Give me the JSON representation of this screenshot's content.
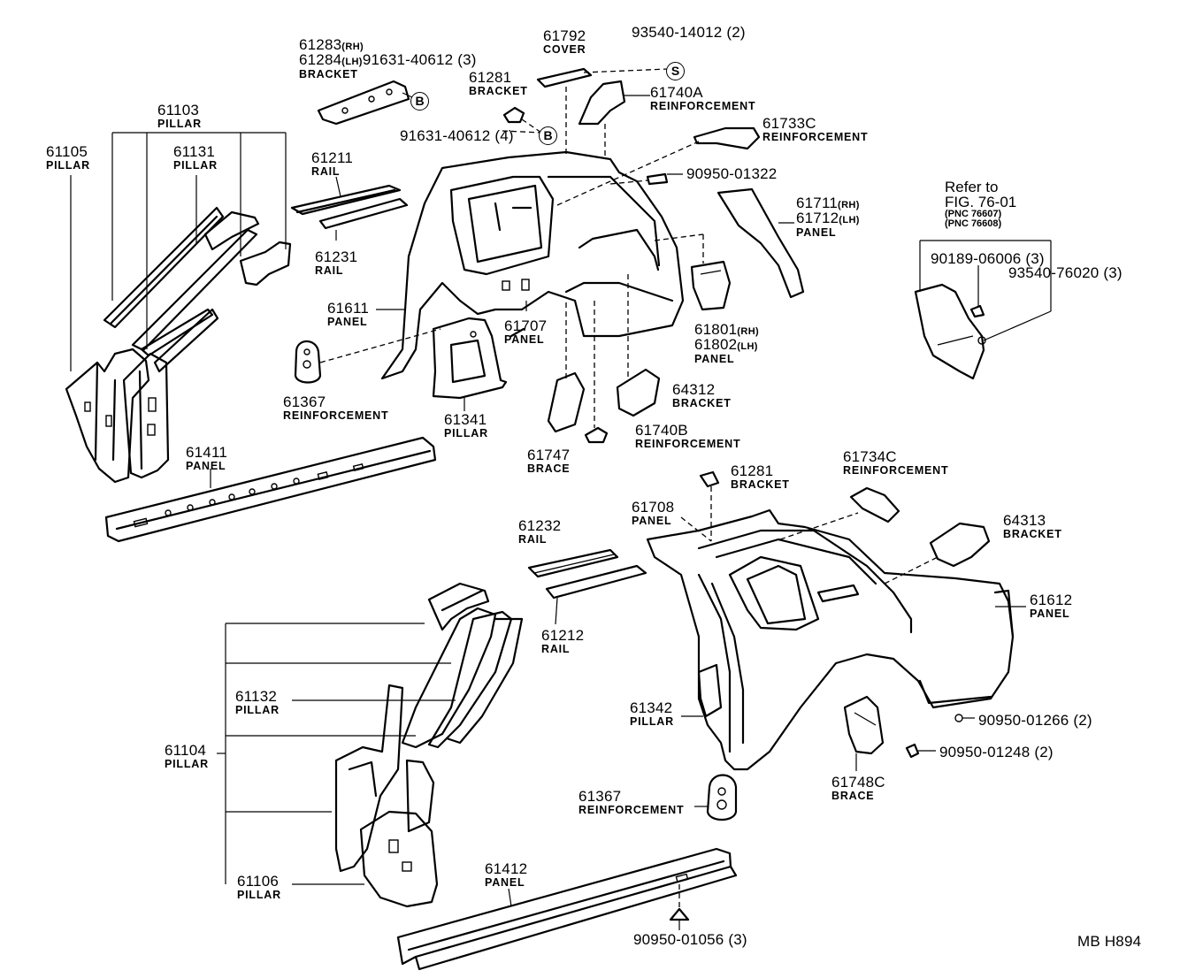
{
  "labels": {
    "p61283": {
      "pn": "61283",
      "sfx": "(RH)"
    },
    "p61284": {
      "pn": "61284",
      "sfx": "(LH)",
      "extra": "91631-40612 (3)",
      "name": "BRACKET"
    },
    "p61792": {
      "pn": "61792",
      "name": "COVER"
    },
    "p93540_14012": {
      "pn": "93540-14012 (2)"
    },
    "p61281a": {
      "pn": "61281",
      "name": "BRACKET"
    },
    "p61740A": {
      "pn": "61740A",
      "name": "REINFORCEMENT"
    },
    "p61103": {
      "pn": "61103",
      "name": "PILLAR"
    },
    "p91631_4": {
      "pn": "91631-40612 (4)"
    },
    "p61733C": {
      "pn": "61733C",
      "name": "REINFORCEMENT"
    },
    "p61105": {
      "pn": "61105",
      "name": "PILLAR"
    },
    "p61131": {
      "pn": "61131",
      "name": "PILLAR"
    },
    "p61211": {
      "pn": "61211",
      "name": "RAIL"
    },
    "p90950_01322": {
      "pn": "90950-01322"
    },
    "p61711": {
      "pn": "61711",
      "sfx": "(RH)"
    },
    "p61712": {
      "pn": "61712",
      "sfx": "(LH)",
      "name": "PANEL"
    },
    "p61231": {
      "pn": "61231",
      "name": "RAIL"
    },
    "p61611": {
      "pn": "61611",
      "name": "PANEL"
    },
    "p61707": {
      "pn": "61707",
      "name": "PANEL"
    },
    "p61801": {
      "pn": "61801",
      "sfx": "(RH)"
    },
    "p61802": {
      "pn": "61802",
      "sfx": "(LH)",
      "name": "PANEL"
    },
    "p61367a": {
      "pn": "61367",
      "name": "REINFORCEMENT"
    },
    "p61341": {
      "pn": "61341",
      "name": "PILLAR"
    },
    "p64312": {
      "pn": "64312",
      "name": "BRACKET"
    },
    "p61740B": {
      "pn": "61740B",
      "name": "REINFORCEMENT"
    },
    "p61411": {
      "pn": "61411",
      "name": "PANEL"
    },
    "p61747": {
      "pn": "61747",
      "name": "BRACE"
    },
    "p61281b": {
      "pn": "61281",
      "name": "BRACKET"
    },
    "p61734C": {
      "pn": "61734C",
      "name": "REINFORCEMENT"
    },
    "p61708": {
      "pn": "61708",
      "name": "PANEL"
    },
    "p64313": {
      "pn": "64313",
      "name": "BRACKET"
    },
    "p61232": {
      "pn": "61232",
      "name": "RAIL"
    },
    "p61612": {
      "pn": "61612",
      "name": "PANEL"
    },
    "p61212": {
      "pn": "61212",
      "name": "RAIL"
    },
    "p61132": {
      "pn": "61132",
      "name": "PILLAR"
    },
    "p61342": {
      "pn": "61342",
      "name": "PILLAR"
    },
    "p90950_01266": {
      "pn": "90950-01266 (2)"
    },
    "p61104": {
      "pn": "61104",
      "name": "PILLAR"
    },
    "p90950_01248": {
      "pn": "90950-01248 (2)"
    },
    "p61748C": {
      "pn": "61748C",
      "name": "BRACE"
    },
    "p61367b": {
      "pn": "61367",
      "name": "REINFORCEMENT"
    },
    "p61412": {
      "pn": "61412",
      "name": "PANEL"
    },
    "p61106": {
      "pn": "61106",
      "name": "PILLAR"
    },
    "p90950_01056": {
      "pn": "90950-01056 (3)"
    },
    "p90189": {
      "pn": "90189-06006 (3)"
    },
    "p93540_76020": {
      "pn": "93540-76020 (3)"
    }
  },
  "refer": {
    "line1": "Refer to",
    "line2": "FIG. 76-01",
    "line3": "(PNC 76607)",
    "line4": "(PNC 76608)"
  },
  "bubbles": {
    "b": "B",
    "s": "S"
  },
  "footer": {
    "code": "MB  H894"
  }
}
